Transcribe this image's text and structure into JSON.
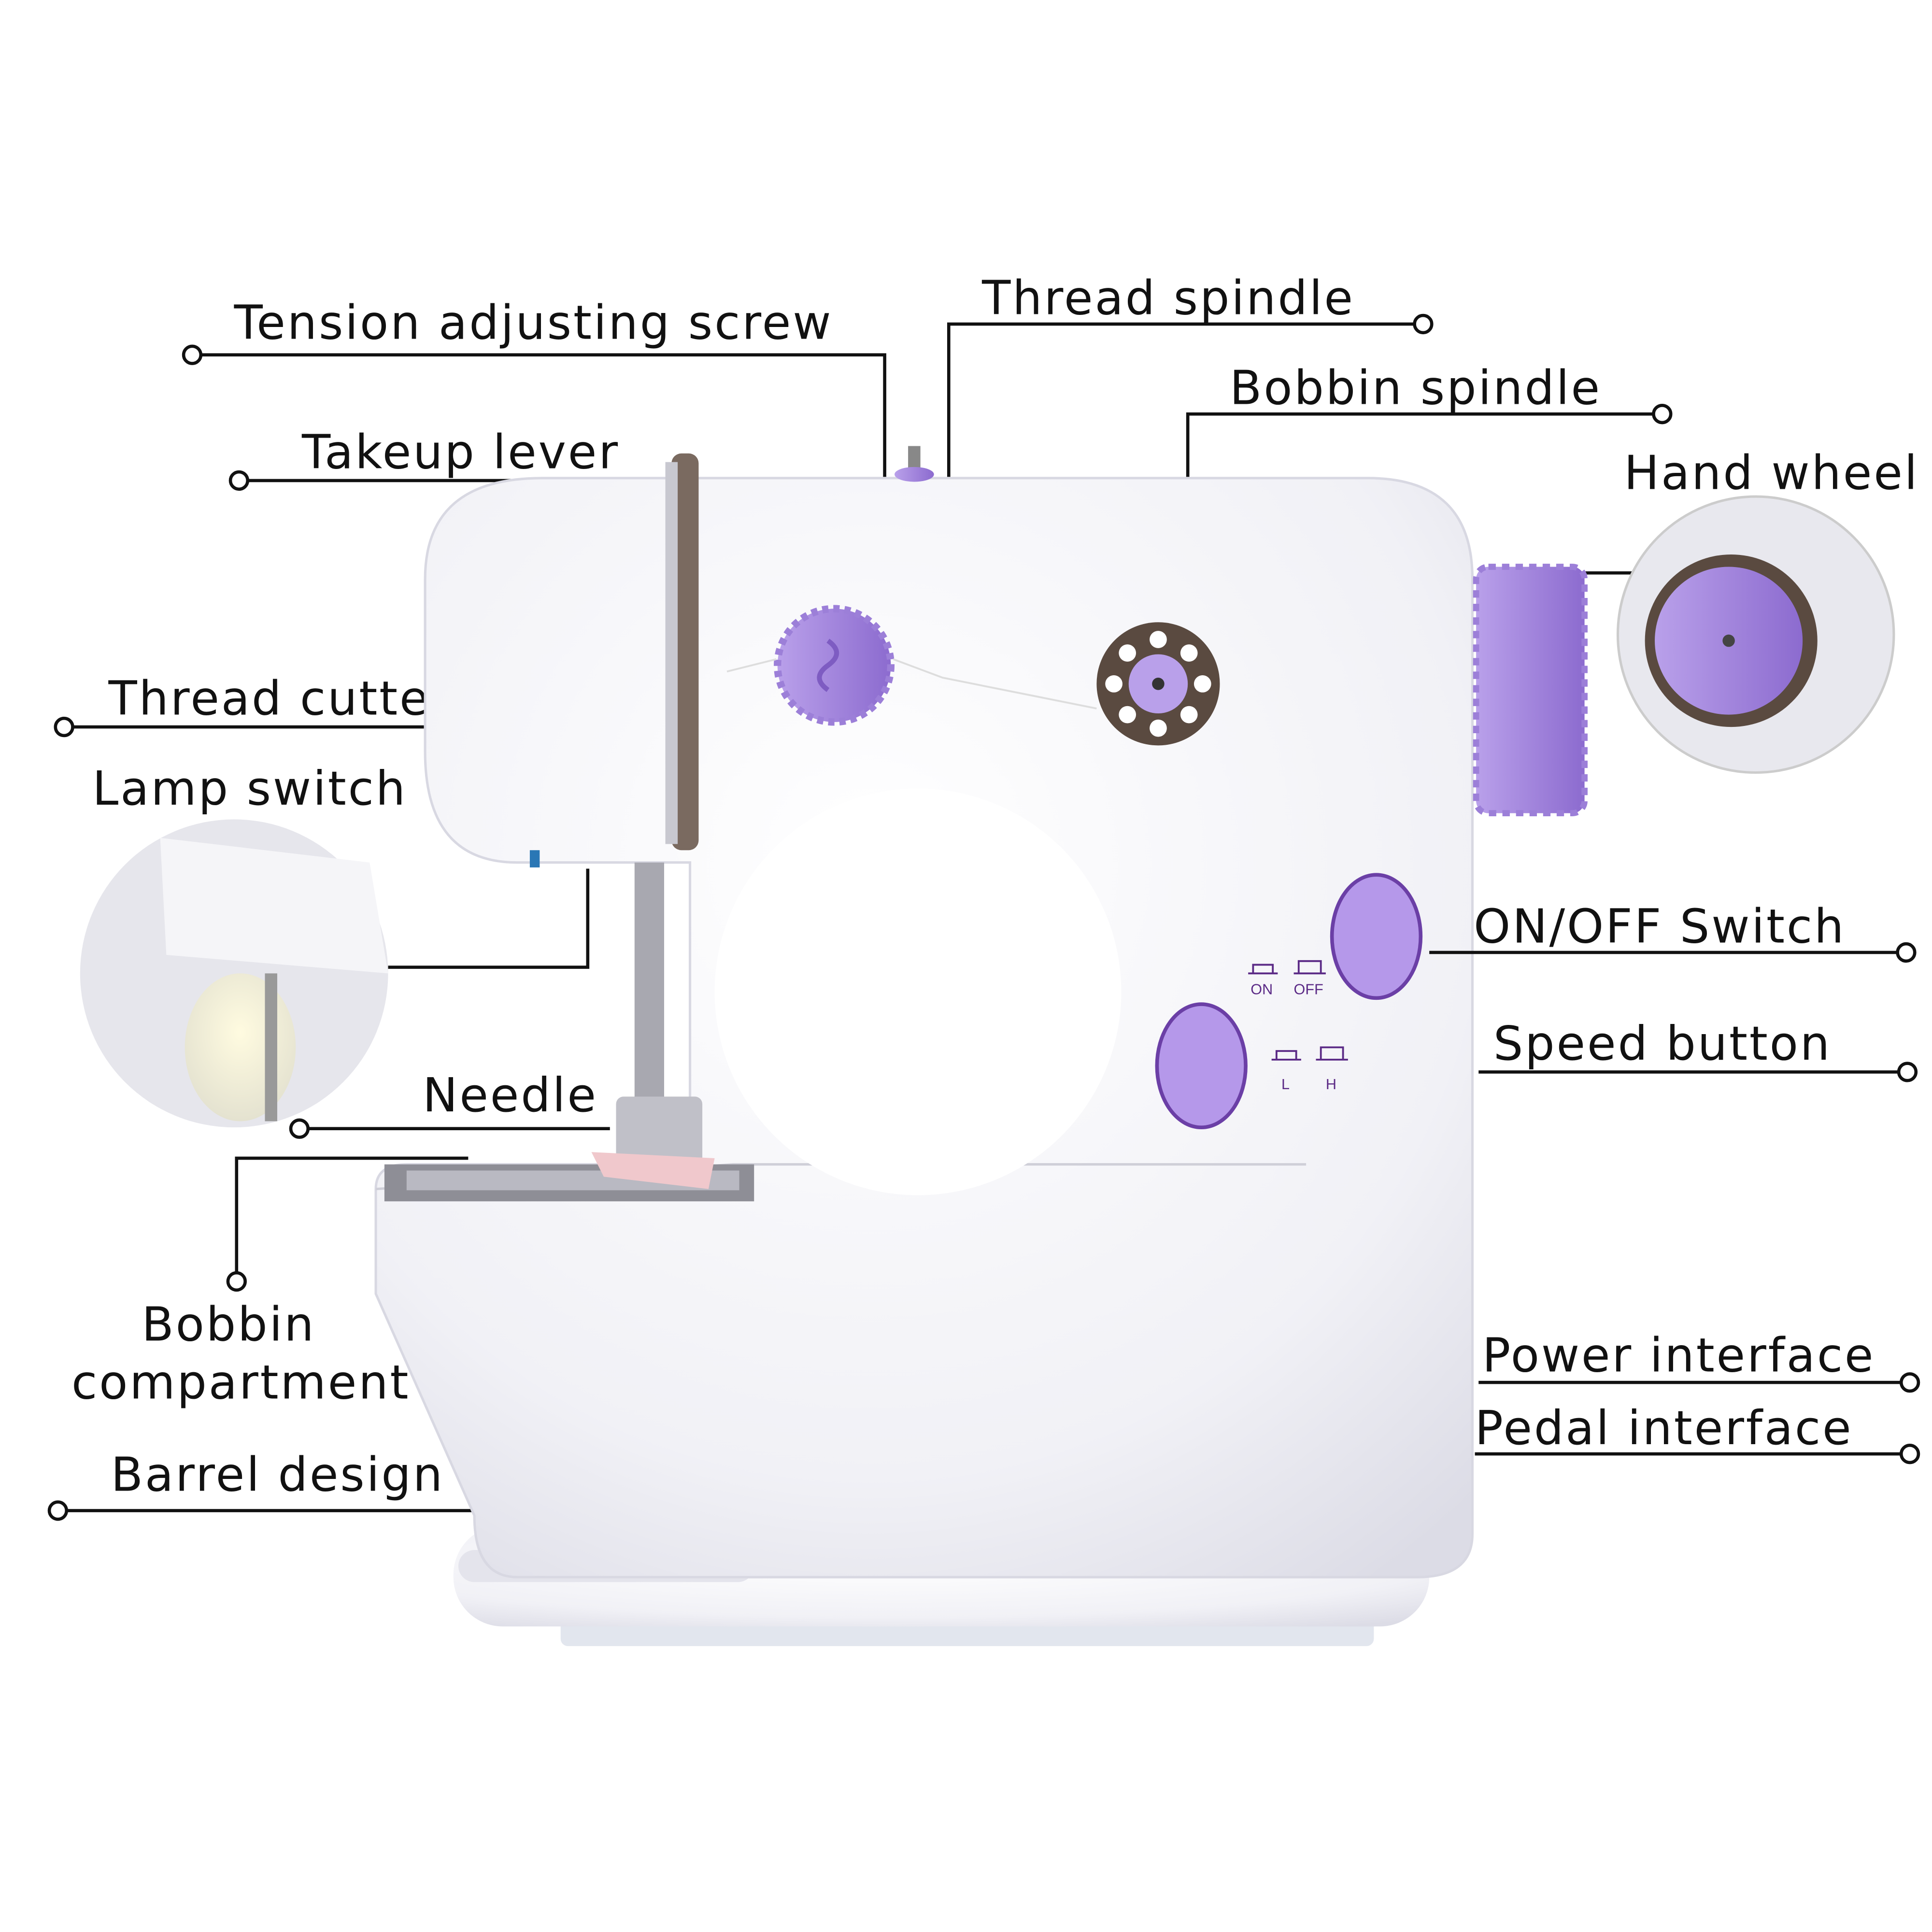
{
  "labels": {
    "tension_screw": "Tension adjusting screw",
    "thread_spindle": "Thread spindle",
    "bobbin_spindle": "Bobbin spindle",
    "hand_wheel": "Hand wheel",
    "takeup_lever": "Takeup lever",
    "thread_cutter": "Thread cutter",
    "lamp_switch": "Lamp switch",
    "needle": "Needle",
    "bobbin_compartment_1": "Bobbin",
    "bobbin_compartment_2": "compartment",
    "barrel_design": "Barrel design",
    "on_off_switch": "ON/OFF Switch",
    "speed_button": "Speed button",
    "power_interface": "Power interface",
    "pedal_interface": "Pedal interface"
  },
  "markings": {
    "on": "ON",
    "off": "OFF",
    "low": "L",
    "high": "H"
  },
  "colors": {
    "accent": "#a98be0",
    "accent_dark": "#6b3fa6",
    "body": "#f7f7fb",
    "line": "#111111"
  }
}
